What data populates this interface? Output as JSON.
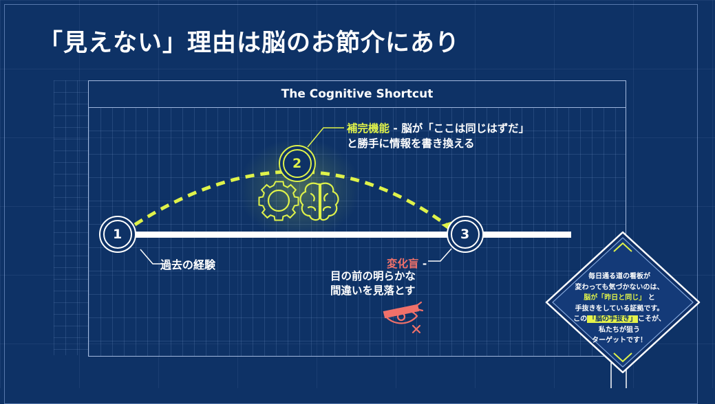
{
  "title": "「見えない」理由は脳のお節介にあり",
  "panel": {
    "header": "The Cognitive Shortcut"
  },
  "steps": [
    {
      "number": "1",
      "label": "過去の経験"
    },
    {
      "number": "2",
      "term": "補完機能",
      "separator": " - ",
      "description_line1": "脳が「ここは同じはずだ」",
      "description_line2": "と勝手に情報を書き換える"
    },
    {
      "number": "3",
      "term": "変化盲",
      "separator": " -",
      "description_line1": "目の前の明らかな",
      "description_line2": "間違いを見落とす"
    }
  ],
  "icons": {
    "step2": [
      "gear-icon",
      "brain-icon"
    ],
    "step3": "blindfolded-eye-icon"
  },
  "sign": {
    "line1": "毎日通る道の看板が",
    "line2": "変わっても気づかないのは、",
    "line3_highlight": "脳が「昨日と同じ」",
    "line3_rest": "と",
    "line4": "手抜きをしている証拠です。",
    "line5_pre": "この",
    "line5_box": "「脳の手抜き」",
    "line5_post": "こそが、",
    "line6": "私たちが狙う",
    "line7": "ターゲットです！"
  },
  "colors": {
    "background": "#0e3266",
    "accent_yellow": "#dff24a",
    "accent_red": "#f0716a",
    "line_white": "#ffffff"
  }
}
